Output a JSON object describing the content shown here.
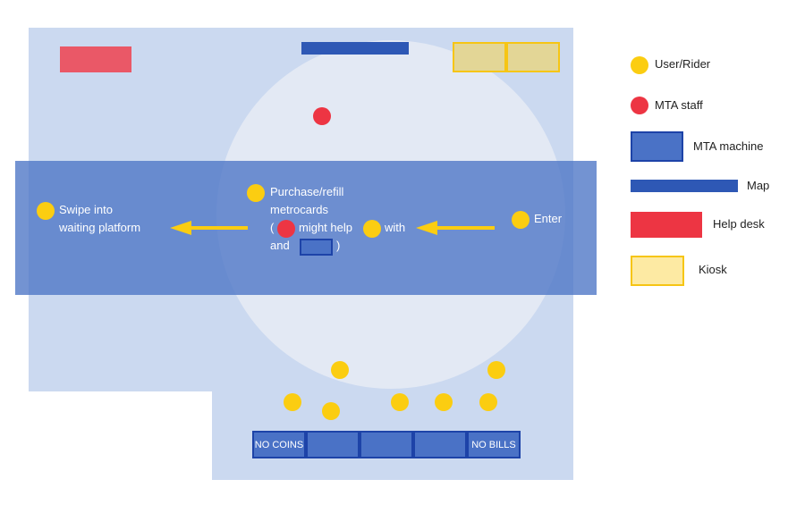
{
  "flow": {
    "enter": "Enter",
    "purchase_line1": "Purchase/refill",
    "purchase_line2": "metrocards",
    "help_open": "(",
    "help_middle": "might help",
    "help_with": "with",
    "help_and": "and",
    "help_close": ")",
    "swipe_line1": "Swipe into",
    "swipe_line2": "waiting platform"
  },
  "machines": {
    "first_label": "NO COINS",
    "last_label": "NO BILLS"
  },
  "legend": {
    "user": "User/Rider",
    "staff": "MTA staff",
    "machine": "MTA machine",
    "map": "Map",
    "help_desk": "Help desk",
    "kiosk": "Kiosk"
  },
  "colors": {
    "user": "#fbcd11",
    "staff": "#ed3543",
    "machine_fill": "#4a72c6",
    "machine_border": "#1d43a8",
    "map": "#2e58b5",
    "help_desk": "#ea5867",
    "kiosk_fill": "#e3d696",
    "kiosk_border": "#f6c514",
    "floor": "#cbd9f0",
    "flow_band": "#4c74c5",
    "arrow": "#fbcd11"
  }
}
